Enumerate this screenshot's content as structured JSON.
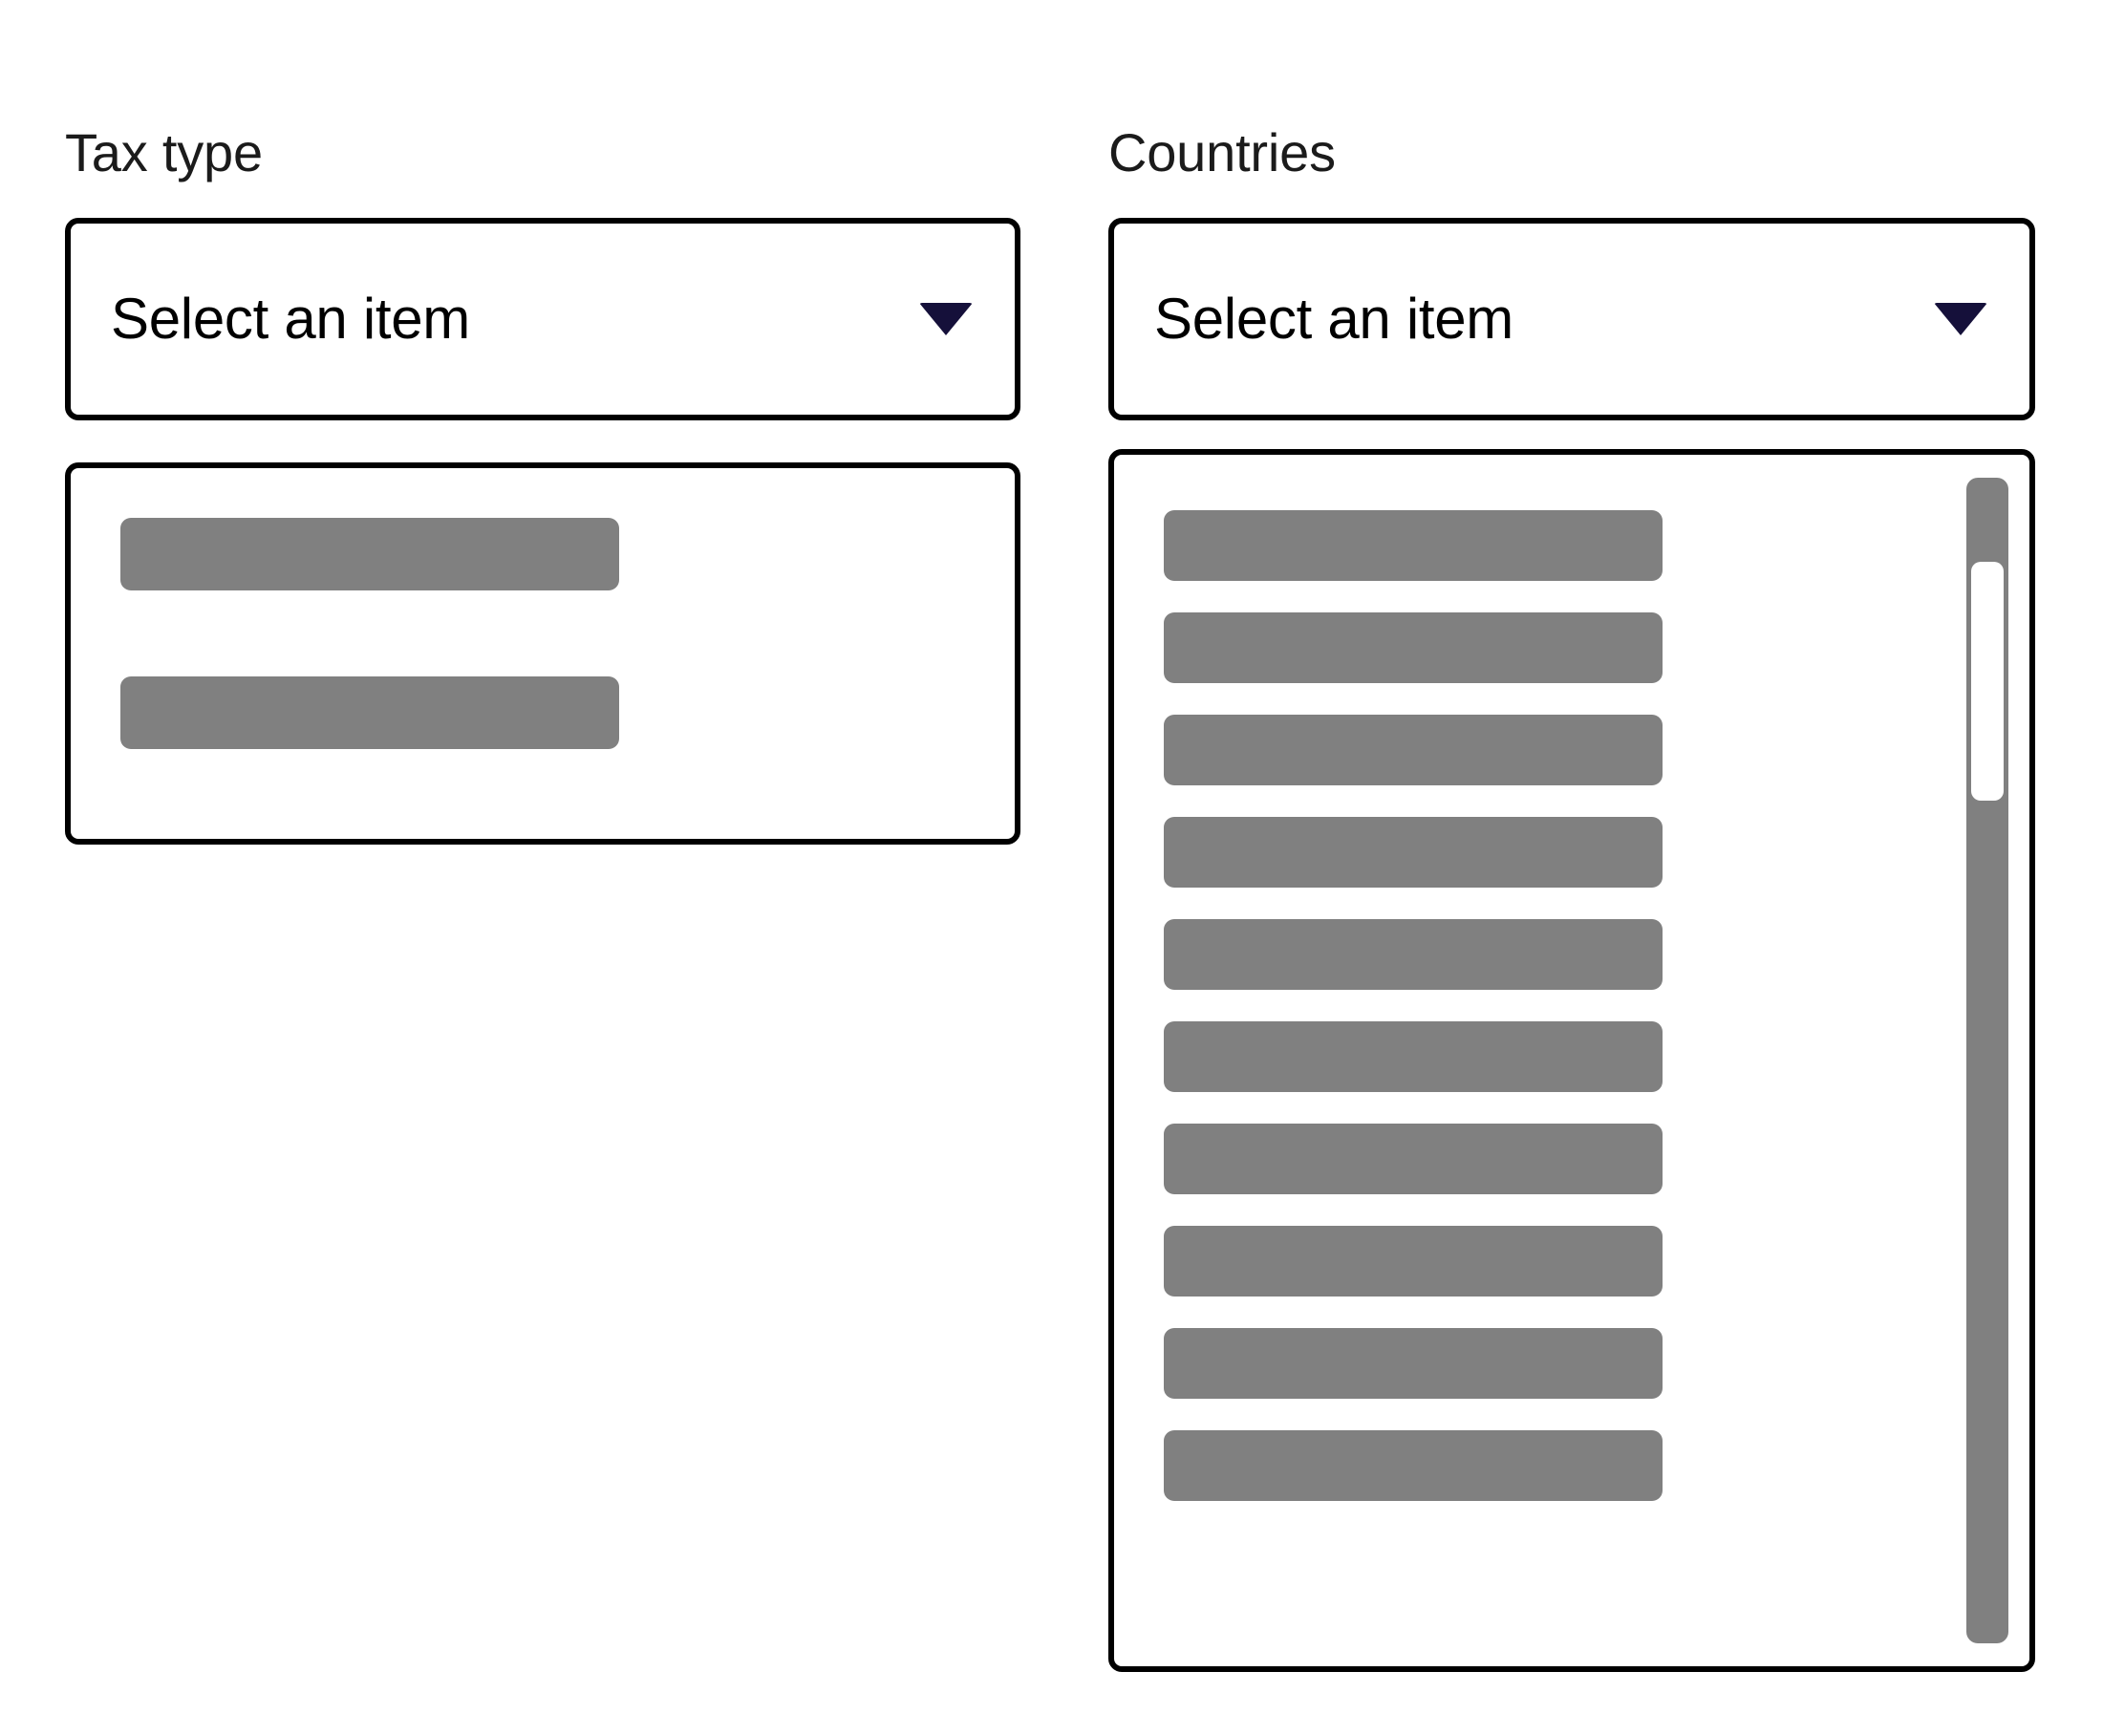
{
  "page": {
    "background_color": "#ffffff",
    "border_color": "#000000",
    "placeholder_bar_color": "#808080",
    "caret_color": "#15103a",
    "label_color": "#1b1b1b",
    "scrollbar_track_color": "#808080",
    "scrollbar_thumb_color": "#ffffff"
  },
  "fields": [
    {
      "key": "tax_type",
      "label": "Tax type",
      "select": {
        "value": "Select an item",
        "placeholder": "Select an item",
        "caret_icon": "chevron-down-icon",
        "expanded": true
      },
      "listbox": {
        "visible_option_count": 2,
        "options": [
          {
            "label": ""
          },
          {
            "label": ""
          }
        ],
        "scrollbar": {
          "visible": false
        }
      }
    },
    {
      "key": "countries",
      "label": "Countries",
      "select": {
        "value": "Select an item",
        "placeholder": "Select an item",
        "caret_icon": "chevron-down-icon",
        "expanded": true
      },
      "listbox": {
        "visible_option_count": 10,
        "options": [
          {
            "label": ""
          },
          {
            "label": ""
          },
          {
            "label": ""
          },
          {
            "label": ""
          },
          {
            "label": ""
          },
          {
            "label": ""
          },
          {
            "label": ""
          },
          {
            "label": ""
          },
          {
            "label": ""
          },
          {
            "label": ""
          }
        ],
        "scrollbar": {
          "visible": true,
          "orientation": "vertical",
          "thumb_position_percent": 7,
          "thumb_size_percent": 20
        }
      }
    }
  ]
}
